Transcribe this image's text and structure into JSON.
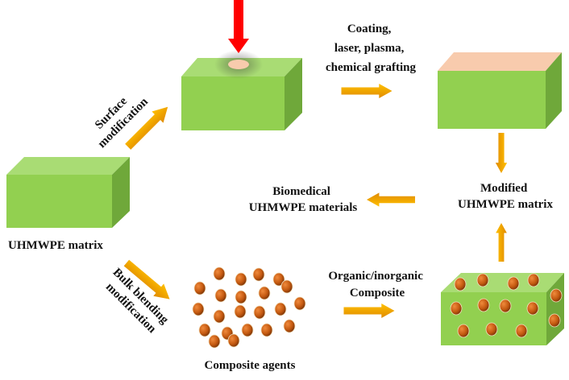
{
  "labels": {
    "surface_modification": [
      "Surface",
      "modification"
    ],
    "surface_methods": [
      "Coating,",
      "laser, plasma,",
      "chemical grafting"
    ],
    "modified_matrix": [
      "Modified",
      "UHMWPE matrix"
    ],
    "biomedical_materials": [
      "Biomedical",
      "UHMWPE materials"
    ],
    "uhmwpe_matrix": "UHMWPE matrix",
    "bulk_blending": [
      "Bulk blending",
      "modification"
    ],
    "composite_agents": "Composite agents",
    "organic_inorganic": [
      "Organic/inorganic",
      "Composite"
    ]
  },
  "colors": {
    "box_front": "#92d050",
    "box_top": "#a9dc74",
    "box_side": "#6fa83a",
    "modified_surface": "#f8cbad",
    "arrow_orange": "#f5a800",
    "laser_red": "#ff0000",
    "particle": "#c55a11"
  }
}
